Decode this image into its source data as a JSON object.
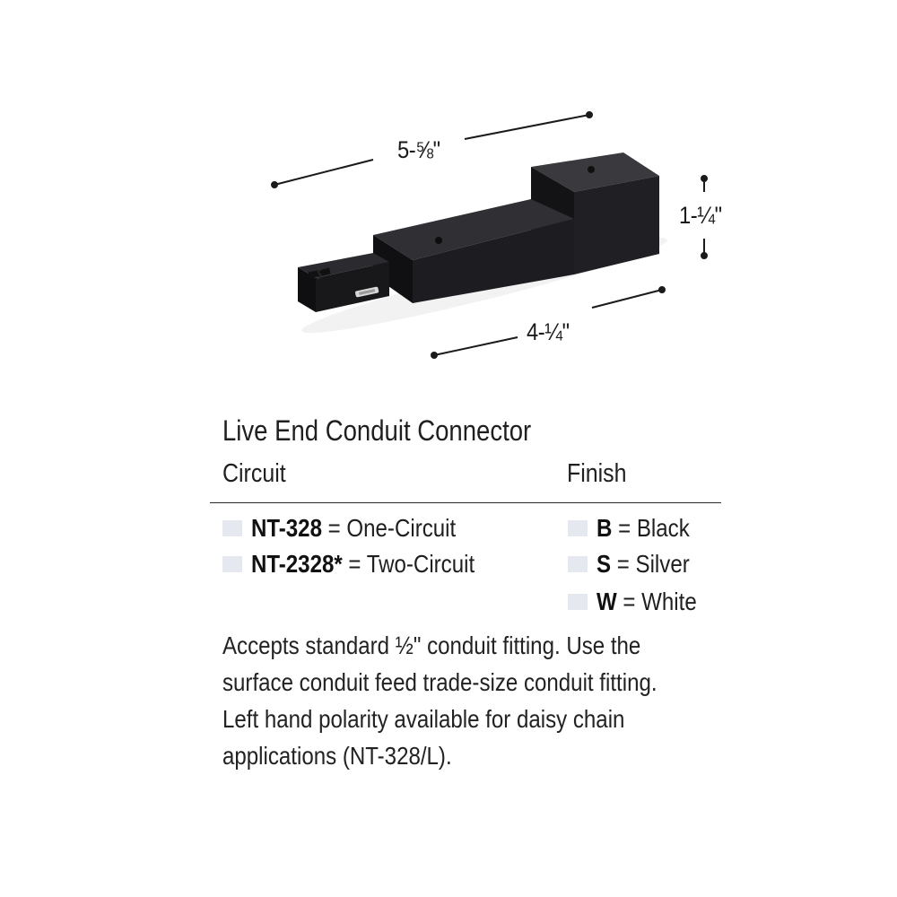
{
  "figure": {
    "dimensions": {
      "length": "5-⅝\"",
      "height": "1-¼\"",
      "width": "4-¼\""
    },
    "product_color": "#1c1c1e"
  },
  "spec": {
    "title": "Live End Conduit Connector",
    "headers": {
      "circuit": "Circuit",
      "finish": "Finish"
    },
    "circuit_options": [
      {
        "code": "NT-328",
        "desc": "= One-Circuit"
      },
      {
        "code": "NT-2328*",
        "desc": "= Two-Circuit"
      }
    ],
    "finish_options": [
      {
        "code": "B",
        "desc": "= Black"
      },
      {
        "code": "S",
        "desc": "= Silver"
      },
      {
        "code": "W",
        "desc": "= White"
      }
    ],
    "description_lines": [
      "Accepts standard ½\" conduit fitting. Use the",
      "surface conduit feed trade-size conduit fitting.",
      "Left hand polarity available for daisy chain",
      "applications (NT-328/L)."
    ],
    "swatch_color": "#e6e8ef"
  }
}
